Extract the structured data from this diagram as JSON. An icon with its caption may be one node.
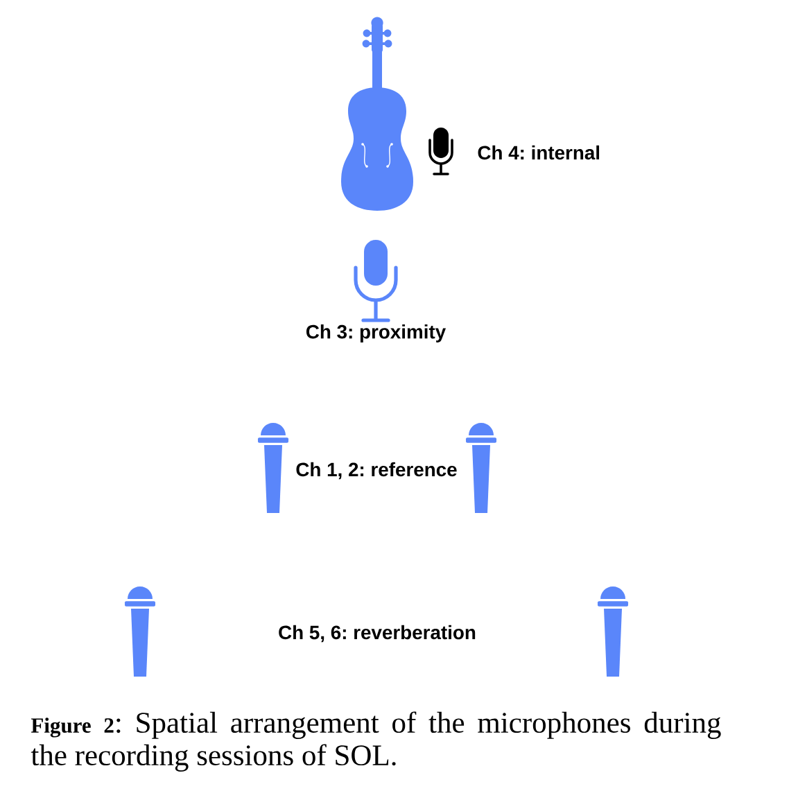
{
  "diagram": {
    "caption": "**Figure 2**: Spatial arrangement of the microphones during the recording sessions of SOL.",
    "labels": [
      "Ch 4: internal",
      "Ch 3: proximity",
      "Ch 1, 2: reference",
      "Ch 5, 6: reverberation"
    ]
  }
}
